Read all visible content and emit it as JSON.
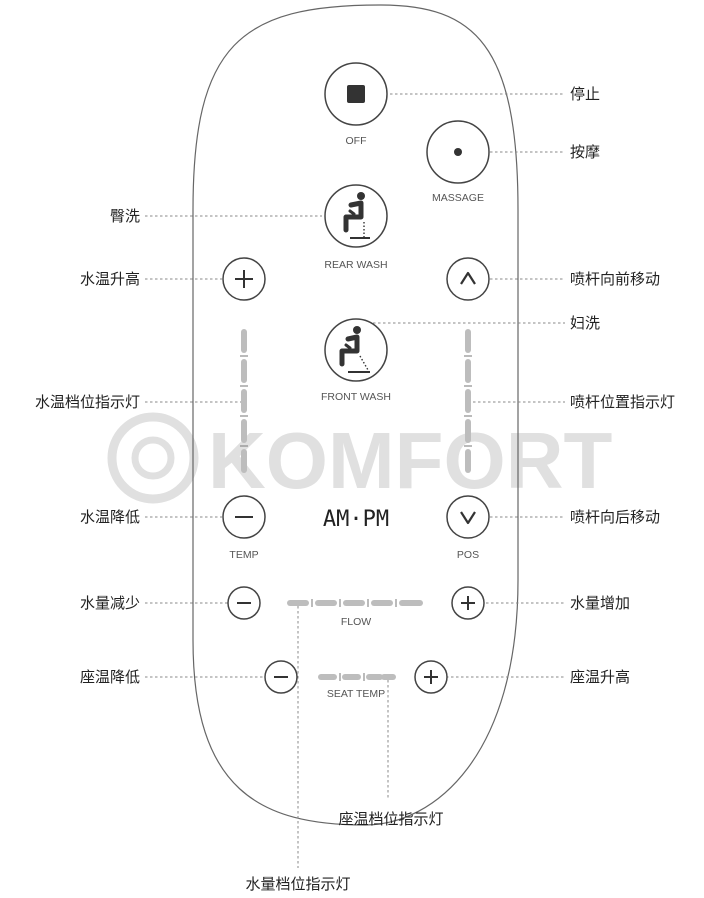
{
  "brand_watermark": "KOMFORT",
  "remote": {
    "off_label": "OFF",
    "massage_label": "MASSAGE",
    "rear_wash_label": "REAR WASH",
    "front_wash_label": "FRONT WASH",
    "temp_label": "TEMP",
    "pos_label": "POS",
    "flow_label": "FLOW",
    "seat_temp_label": "SEAT TEMP",
    "ampm_text": "AM·PM"
  },
  "callouts": {
    "stop": "停止",
    "massage": "按摩",
    "rear_wash": "臀洗",
    "water_temp_up": "水温升高",
    "nozzle_forward": "喷杆向前移动",
    "front_wash": "妇洗",
    "water_temp_indicator": "水温档位指示灯",
    "nozzle_position_indicator": "喷杆位置指示灯",
    "water_temp_down": "水温降低",
    "nozzle_backward": "喷杆向后移动",
    "flow_down": "水量减少",
    "flow_up": "水量增加",
    "seat_temp_down": "座温降低",
    "seat_temp_up": "座温升高",
    "seat_temp_indicator": "座温档位指示灯",
    "flow_indicator": "水量档位指示灯"
  }
}
